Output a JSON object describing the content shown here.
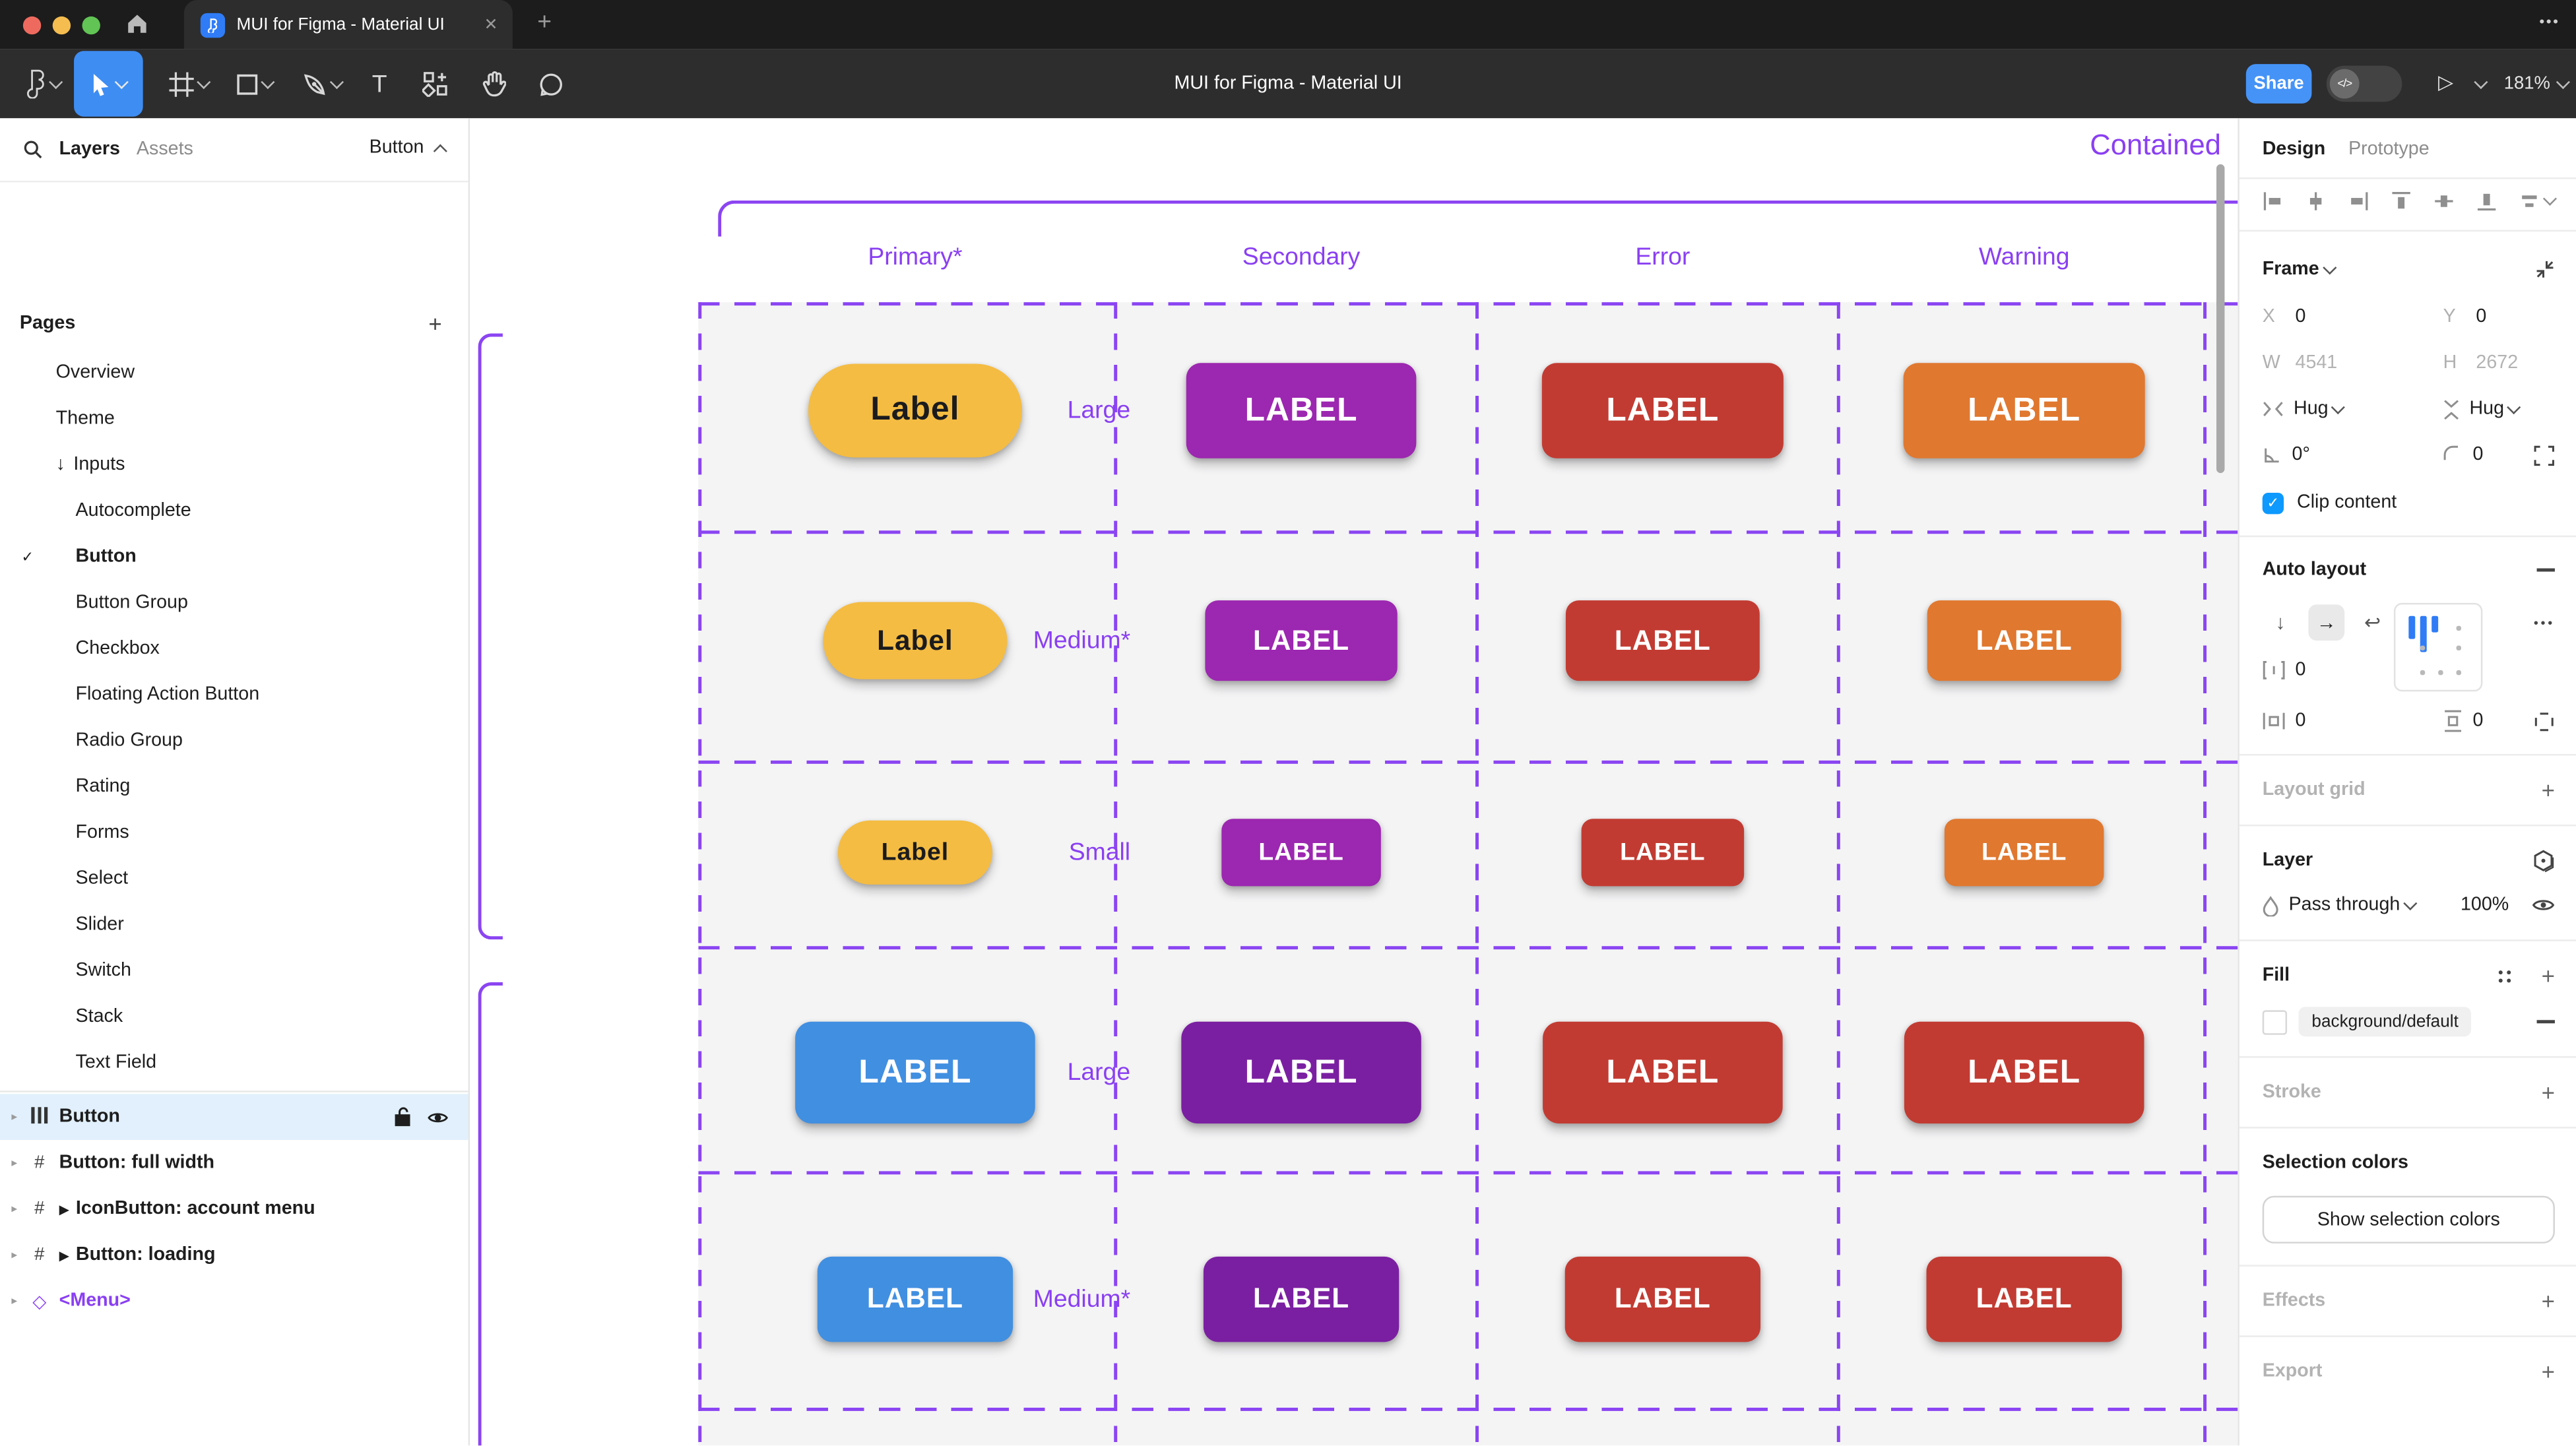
{
  "icons": {
    "plus": "+",
    "close": "✕",
    "check": "✓",
    "caret_right": "▸",
    "play_layer": "▶",
    "diamond": "◇",
    "hash": "#",
    "arrow_down": "↓",
    "arrow_right": "→",
    "wrap": "↩",
    "dots": "•••",
    "play": "▷",
    "dev_toggle": "</>",
    "text_tool": "T",
    "chevron_up": "^",
    "degree": "0°"
  },
  "window": {
    "tab_title": "MUI for Figma - Material UI"
  },
  "toolbar": {
    "title": "MUI for Figma - Material UI",
    "share_label": "Share",
    "zoom_level": "181%"
  },
  "sidebar": {
    "tabs": {
      "layers": "Layers",
      "assets": "Assets"
    },
    "page_selector": "Button",
    "pages_header": "Pages",
    "pages": [
      {
        "label": "Overview",
        "indent": 1
      },
      {
        "label": "Theme",
        "indent": 1
      },
      {
        "label": "Inputs",
        "indent": 1,
        "prefix": "↓"
      },
      {
        "label": "Autocomplete",
        "indent": 2
      },
      {
        "label": "Button",
        "indent": 2,
        "checked": true,
        "bold": true
      },
      {
        "label": "Button Group",
        "indent": 2
      },
      {
        "label": "Checkbox",
        "indent": 2
      },
      {
        "label": "Floating Action Button",
        "indent": 2
      },
      {
        "label": "Radio Group",
        "indent": 2
      },
      {
        "label": "Rating",
        "indent": 2
      },
      {
        "label": "Forms",
        "indent": 2
      },
      {
        "label": "Select",
        "indent": 2
      },
      {
        "label": "Slider",
        "indent": 2
      },
      {
        "label": "Switch",
        "indent": 2
      },
      {
        "label": "Stack",
        "indent": 2
      },
      {
        "label": "Text Field",
        "indent": 2
      }
    ],
    "layers": [
      {
        "label": "Button",
        "icon": "auto-layout",
        "selected": true
      },
      {
        "label": "Button: full width",
        "icon": "frame"
      },
      {
        "label": "IconButton: account menu",
        "icon": "frame",
        "play": true
      },
      {
        "label": "Button: loading",
        "icon": "frame",
        "play": true
      },
      {
        "label": "<Menu>",
        "icon": "component",
        "purple": true
      }
    ]
  },
  "canvas": {
    "section_title": "Contained",
    "columns": [
      "Primary*",
      "Secondary",
      "Error",
      "Warning"
    ],
    "accent_color": "#8a3ff2",
    "rows": [
      {
        "label": "Large",
        "buttons": [
          {
            "text": "Label",
            "bg": "#f4bc42",
            "fg": "#1b1b1e",
            "w": 130,
            "h": 57,
            "r": 28,
            "fs": 20
          },
          {
            "text": "LABEL",
            "bg": "#9c27b0",
            "fg": "#ffffff",
            "w": 140,
            "h": 58,
            "r": 9,
            "fs": 20
          },
          {
            "text": "LABEL",
            "bg": "#c23b32",
            "fg": "#ffffff",
            "w": 147,
            "h": 58,
            "r": 9,
            "fs": 20
          },
          {
            "text": "LABEL",
            "bg": "#e0782f",
            "fg": "#ffffff",
            "w": 147,
            "h": 58,
            "r": 9,
            "fs": 20
          }
        ]
      },
      {
        "label": "Medium*",
        "buttons": [
          {
            "text": "Label",
            "bg": "#f4bc42",
            "fg": "#1b1b1e",
            "w": 112,
            "h": 47,
            "r": 24,
            "fs": 17
          },
          {
            "text": "LABEL",
            "bg": "#9c27b0",
            "fg": "#ffffff",
            "w": 117,
            "h": 49,
            "r": 8,
            "fs": 17
          },
          {
            "text": "LABEL",
            "bg": "#c23b32",
            "fg": "#ffffff",
            "w": 118,
            "h": 49,
            "r": 8,
            "fs": 17
          },
          {
            "text": "LABEL",
            "bg": "#e0782f",
            "fg": "#ffffff",
            "w": 118,
            "h": 49,
            "r": 8,
            "fs": 17
          }
        ]
      },
      {
        "label": "Small",
        "buttons": [
          {
            "text": "Label",
            "bg": "#f4bc42",
            "fg": "#1b1b1e",
            "w": 94,
            "h": 39,
            "r": 20,
            "fs": 15
          },
          {
            "text": "LABEL",
            "bg": "#9c27b0",
            "fg": "#ffffff",
            "w": 97,
            "h": 41,
            "r": 7,
            "fs": 15
          },
          {
            "text": "LABEL",
            "bg": "#c23b32",
            "fg": "#ffffff",
            "w": 99,
            "h": 41,
            "r": 7,
            "fs": 15
          },
          {
            "text": "LABEL",
            "bg": "#e0782f",
            "fg": "#ffffff",
            "w": 97,
            "h": 41,
            "r": 7,
            "fs": 15
          }
        ]
      },
      {
        "label": "Large",
        "buttons": [
          {
            "text": "LABEL",
            "bg": "#418fe1",
            "fg": "#ffffff",
            "w": 146,
            "h": 62,
            "r": 10,
            "fs": 20
          },
          {
            "text": "LABEL",
            "bg": "#7b1fa2",
            "fg": "#ffffff",
            "w": 146,
            "h": 62,
            "r": 10,
            "fs": 20
          },
          {
            "text": "LABEL",
            "bg": "#c23b32",
            "fg": "#ffffff",
            "w": 146,
            "h": 62,
            "r": 10,
            "fs": 20
          },
          {
            "text": "LABEL",
            "bg": "#c23b32",
            "fg": "#ffffff",
            "w": 146,
            "h": 62,
            "r": 10,
            "fs": 20
          }
        ]
      },
      {
        "label": "Medium*",
        "buttons": [
          {
            "text": "LABEL",
            "bg": "#418fe1",
            "fg": "#ffffff",
            "w": 119,
            "h": 52,
            "r": 9,
            "fs": 17
          },
          {
            "text": "LABEL",
            "bg": "#7b1fa2",
            "fg": "#ffffff",
            "w": 119,
            "h": 52,
            "r": 9,
            "fs": 17
          },
          {
            "text": "LABEL",
            "bg": "#c23b32",
            "fg": "#ffffff",
            "w": 119,
            "h": 52,
            "r": 9,
            "fs": 17
          },
          {
            "text": "LABEL",
            "bg": "#c23b32",
            "fg": "#ffffff",
            "w": 119,
            "h": 52,
            "r": 9,
            "fs": 17
          }
        ]
      }
    ]
  },
  "inspector": {
    "tabs": {
      "design": "Design",
      "prototype": "Prototype"
    },
    "frame": {
      "title": "Frame",
      "x_label": "X",
      "x": "0",
      "y_label": "Y",
      "y": "0",
      "w_label": "W",
      "w": "4541",
      "h_label": "H",
      "h": "2672",
      "hug_h": "Hug",
      "hug_v": "Hug",
      "rotation": "0°",
      "radius": "0",
      "clip_label": "Clip content"
    },
    "auto_layout": {
      "title": "Auto layout",
      "gap": "0",
      "pad_h": "0",
      "pad_v": "0"
    },
    "layout_grid": {
      "title": "Layout grid"
    },
    "layer": {
      "title": "Layer",
      "blend_mode": "Pass through",
      "opacity": "100%"
    },
    "fill": {
      "title": "Fill",
      "token": "background/default"
    },
    "stroke": {
      "title": "Stroke"
    },
    "selection_colors": {
      "title": "Selection colors",
      "button_label": "Show selection colors"
    },
    "effects": {
      "title": "Effects"
    },
    "export": {
      "title": "Export"
    }
  }
}
